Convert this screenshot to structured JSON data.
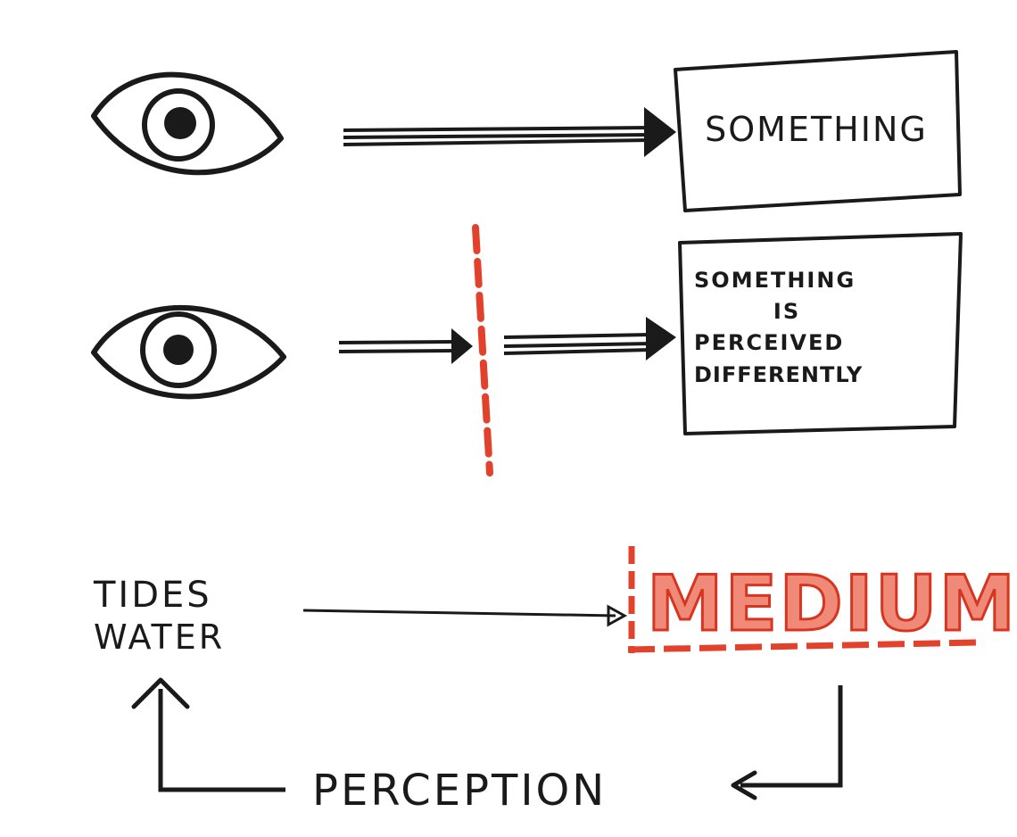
{
  "row1": {
    "box_label": "SOMETHING"
  },
  "row2": {
    "box_lines": [
      "SOMETHING",
      "IS",
      "PERCEIVED",
      "DIFFERENTLY"
    ]
  },
  "row3": {
    "left_lines": [
      "TIDES",
      "WATER"
    ],
    "medium_label": "MEDIUM",
    "feedback_label": "PERCEPTION"
  },
  "colors": {
    "ink": "#1a1a1a",
    "red": "#e2422b",
    "red_fill": "#f08a78",
    "paper": "#ffffff"
  }
}
